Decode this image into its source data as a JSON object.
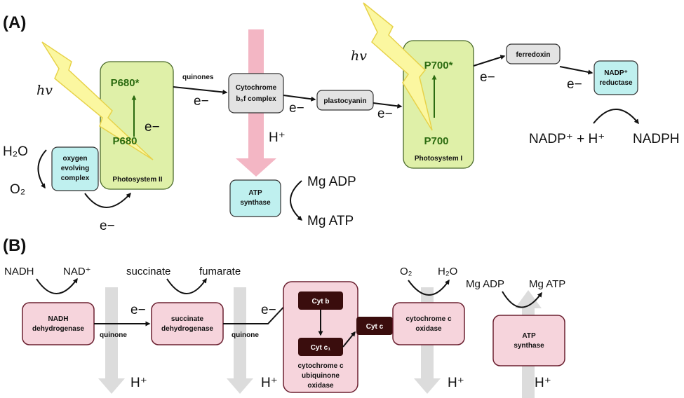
{
  "panel_a": {
    "label": "(A)",
    "hv_1": "hv",
    "hv_2": "hv",
    "p680_star": "P680*",
    "p680": "P680",
    "p700_star": "P700*",
    "p700": "P700",
    "ps2_e": "e−",
    "photosystem_2": "Photosystem II",
    "photosystem_1": "Photosystem I",
    "h2o": "H₂O",
    "o2": "O₂",
    "oec_line1": "oxygen",
    "oec_line2": "evolving",
    "oec_line3": "complex",
    "oec_e": "e−",
    "quinones": "quinones",
    "quinones_e": "e−",
    "cyt_line1": "Cytochrome",
    "cyt_line2": "b₆f complex",
    "cyt_to_pc_e": "e−",
    "plastocyanin": "plastocyanin",
    "pc_to_ps1_e": "e−",
    "ps1_to_fd_e": "e−",
    "ferredoxin": "ferredoxin",
    "fd_to_nr_e": "e−",
    "nr_line1": "NADP⁺",
    "nr_line2": "reductase",
    "nadp_plus": "NADP⁺ + H⁺",
    "nadph": "NADPH",
    "h_plus": "H⁺",
    "atp_line1": "ATP",
    "atp_line2": "synthase",
    "mg_adp": "Mg ADP",
    "mg_atp": "Mg ATP"
  },
  "panel_b": {
    "label": "(B)",
    "nadh": "NADH",
    "nad_plus": "NAD⁺",
    "nadh_dh_line1": "NADH",
    "nadh_dh_line2": "dehydrogenase",
    "quinone_1": "quinone",
    "e_1": "e−",
    "succinate": "succinate",
    "fumarate": "fumarate",
    "sdh_line1": "succinate",
    "sdh_line2": "dehydrogenase",
    "quinone_2": "quinone",
    "e_2": "e−",
    "cyt_b": "Cyt b",
    "cyt_c1": "Cyt c₁",
    "ubi_line1": "cytochrome c",
    "ubi_line2": "ubiquinone",
    "ubi_line3": "oxidase",
    "cyt_c": "Cyt c",
    "o2": "O₂",
    "h2o": "H₂O",
    "cco_line1": "cytochrome c",
    "cco_line2": "oxidase",
    "mg_adp": "Mg ADP",
    "mg_atp": "Mg ATP",
    "atp_line1": "ATP",
    "atp_line2": "synthase",
    "h_plus_1": "H⁺",
    "h_plus_2": "H⁺",
    "h_plus_3": "H⁺",
    "h_plus_4": "H⁺"
  },
  "colors": {
    "photosystem_fill": "#dff0a8",
    "photosystem_stroke": "#4a6a2a",
    "photosystem_text": "#2b6b10",
    "cyan_fill": "#bff0ef",
    "grey_fill": "#e3e3e3",
    "pink_box_fill": "#f6d4dc",
    "pink_box_stroke": "#6b2030",
    "dark_box_fill": "#3a0d0d",
    "proton_pink": "#f3b6c4",
    "proton_grey": "#dcdcdc",
    "lightning_fill": "#fbf7a0",
    "lightning_stroke": "#e7d24a"
  }
}
